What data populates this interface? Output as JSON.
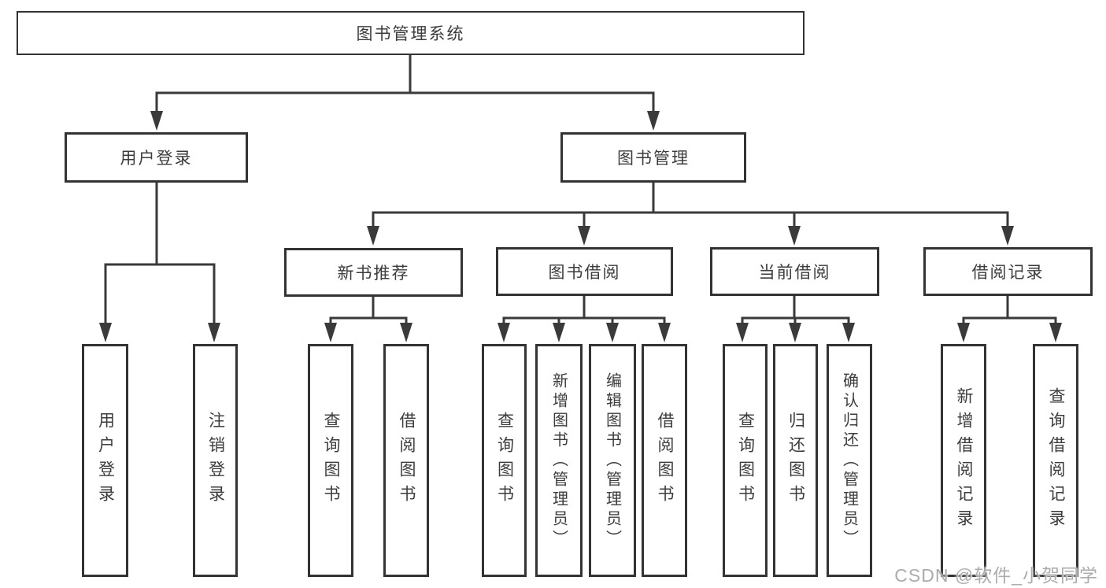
{
  "colors": {
    "line": "#3a3a3a",
    "box_border": "#333333",
    "text": "#3c3c3c",
    "background": "#ffffff",
    "watermark": "#acacac"
  },
  "root": {
    "label": "图书管理系统"
  },
  "level2": [
    {
      "label": "用户登录"
    },
    {
      "label": "图书管理"
    }
  ],
  "level3": [
    {
      "label": "新书推荐"
    },
    {
      "label": "图书借阅"
    },
    {
      "label": "当前借阅"
    },
    {
      "label": "借阅记录"
    }
  ],
  "leaves": {
    "user_login": [
      {
        "label": "用户登录"
      },
      {
        "label": "注销登录"
      }
    ],
    "new_book": [
      {
        "label": "查询图书"
      },
      {
        "label": "借阅图书"
      }
    ],
    "book_borrow": [
      {
        "label": "查询图书"
      },
      {
        "label": "新增图书（管理员）"
      },
      {
        "label": "编辑图书（管理员）"
      },
      {
        "label": "借阅图书"
      }
    ],
    "current_borrow": [
      {
        "label": "查询图书"
      },
      {
        "label": "归还图书"
      },
      {
        "label": "确认归还（管理员）"
      }
    ],
    "borrow_record": [
      {
        "label": "新增借阅记录"
      },
      {
        "label": "查询借阅记录"
      }
    ]
  },
  "watermark": {
    "text": "CSDN @软件_小贺同学"
  }
}
